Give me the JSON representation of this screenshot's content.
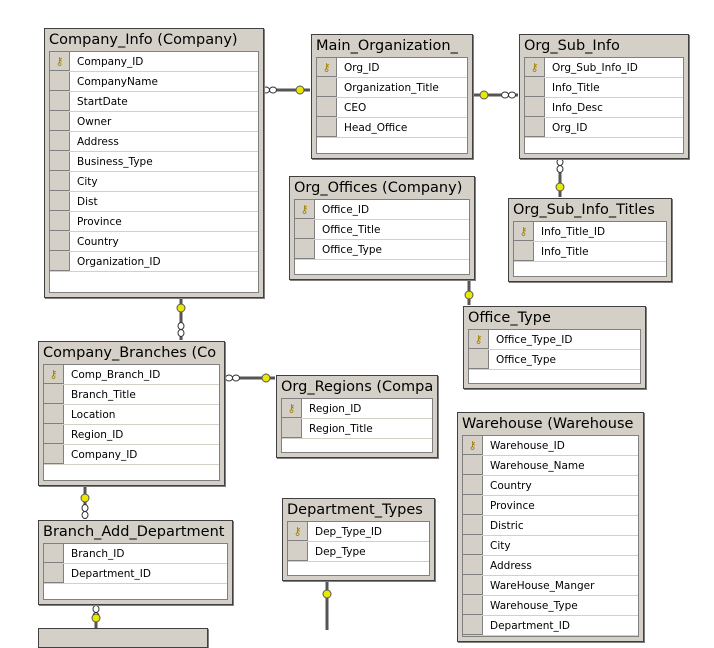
{
  "tables": [
    {
      "title": "Company_Info (Company)",
      "columns": [
        "Company_ID",
        "CompanyName",
        "StartDate",
        "Owner",
        "Address",
        "Business_Type",
        "City",
        "Dist",
        "Province",
        "Country",
        "Organization_ID"
      ],
      "pk": [
        0
      ]
    },
    {
      "title": "Main_Organization_",
      "columns": [
        "Org_ID",
        "Organization_Title",
        "CEO",
        "Head_Office"
      ],
      "pk": [
        0
      ]
    },
    {
      "title": "Org_Sub_Info",
      "columns": [
        "Org_Sub_Info_ID",
        "Info_Title",
        "Info_Desc",
        "Org_ID"
      ],
      "pk": [
        0
      ]
    },
    {
      "title": "Org_Offices (Company)",
      "columns": [
        "Office_ID",
        "Office_Title",
        "Office_Type"
      ],
      "pk": [
        0
      ]
    },
    {
      "title": "Org_Sub_Info_Titles",
      "columns": [
        "Info_Title_ID",
        "Info_Title"
      ],
      "pk": [
        0
      ]
    },
    {
      "title": "Office_Type",
      "columns": [
        "Office_Type_ID",
        "Office_Type"
      ],
      "pk": [
        0
      ]
    },
    {
      "title": "Company_Branches (Co",
      "columns": [
        "Comp_Branch_ID",
        "Branch_Title",
        "Location",
        "Region_ID",
        "Company_ID"
      ],
      "pk": [
        0
      ]
    },
    {
      "title": "Org_Regions (Compa",
      "columns": [
        "Region_ID",
        "Region_Title"
      ],
      "pk": [
        0
      ]
    },
    {
      "title": "Warehouse (Warehouse",
      "columns": [
        "Warehouse_ID",
        "Warehouse_Name",
        "Country",
        "Province",
        "Distric",
        "City",
        "Address",
        "WareHouse_Manger",
        "Warehouse_Type",
        "Department_ID"
      ],
      "pk": [
        0
      ]
    },
    {
      "title": "Department_Types",
      "columns": [
        "Dep_Type_ID",
        "Dep_Type"
      ],
      "pk": [
        0
      ]
    },
    {
      "title": "Branch_Add_Department",
      "columns": [
        "Branch_ID",
        "Department_ID"
      ],
      "pk": []
    },
    {
      "title": "",
      "columns": [],
      "pk": []
    }
  ],
  "colors": {
    "key": "#e8e800",
    "frame": "#d4d0c8"
  },
  "icons": {
    "pk": "key-icon",
    "relationship": "relationship-connector"
  }
}
